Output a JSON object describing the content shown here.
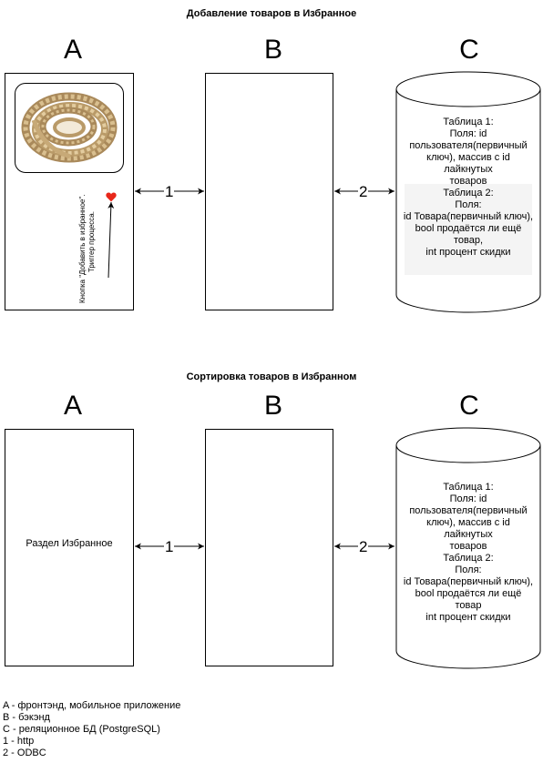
{
  "diagram1": {
    "title": "Добавление товаров в Избранное",
    "label_a": "A",
    "label_b": "B",
    "label_c": "C",
    "button_label_line1": "Кнопка \"Добавить в избранное\".",
    "button_label_line2": "Триггер процесса.",
    "conn1": "1",
    "conn2": "2",
    "db_lines": [
      "Таблица 1:",
      "Поля: id",
      "пользователя(первичный",
      "ключ),  массив с id",
      "лайкнутых",
      "товаров",
      "Таблица 2:",
      "Поля:",
      "id Товара(первичный ключ),",
      "bool продаётся ли ещё",
      "товар,",
      "int процент скидки"
    ]
  },
  "diagram2": {
    "title": "Сортировка товаров в Избранном",
    "label_a": "A",
    "label_b": "B",
    "label_c": "C",
    "box_a_text": "Раздел Избранное",
    "conn1": "1",
    "conn2": "2",
    "db_lines": [
      "Таблица 1:",
      "Поля: id",
      "пользователя(первичный",
      "ключ),  массив с id",
      "лайкнутых",
      "товаров",
      "Таблица 2:",
      "Поля:",
      "id Товара(первичный ключ),",
      "bool продаётся ли ещё",
      "товар",
      "int процент скидки"
    ]
  },
  "legend": [
    "A - фронтэнд, мобильное приложение",
    "B - бэкэнд",
    "C - реляционное БД (PostgreSQL)",
    "1 - http",
    "2 - ODBC"
  ],
  "colors": {
    "heart": "#e8271a",
    "rope_light": "#d9bf8f",
    "rope_dark": "#a9895a",
    "db_highlight": "#f4f4f4"
  }
}
